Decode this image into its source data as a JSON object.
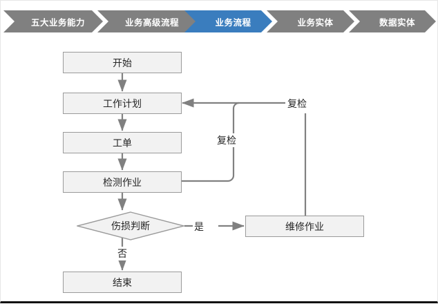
{
  "breadcrumb": {
    "active_color": "#3a7dbe",
    "inactive_color": "#808080",
    "items": [
      {
        "label": "五大业务能力",
        "active": false
      },
      {
        "label": "业务高级流程",
        "active": false
      },
      {
        "label": "业务流程",
        "active": true
      },
      {
        "label": "业务实体",
        "active": false
      },
      {
        "label": "数据实体",
        "active": false
      }
    ]
  },
  "diagram": {
    "node_fill": "#f2f2f2",
    "node_border": "#9a9a9a",
    "line_color": "#808080",
    "nodes": [
      {
        "id": "start",
        "label": "开始"
      },
      {
        "id": "workplan",
        "label": "工作计划"
      },
      {
        "id": "workorder",
        "label": "工单"
      },
      {
        "id": "inspect",
        "label": "检测作业"
      },
      {
        "id": "decision",
        "label": "伤损判断"
      },
      {
        "id": "repair",
        "label": "维修作业"
      },
      {
        "id": "end",
        "label": "结束"
      }
    ],
    "edge_labels": [
      {
        "id": "recheck-right",
        "label": "复检"
      },
      {
        "id": "recheck-middle",
        "label": "复检"
      },
      {
        "id": "yes",
        "label": "是"
      },
      {
        "id": "no",
        "label": "否"
      }
    ]
  }
}
